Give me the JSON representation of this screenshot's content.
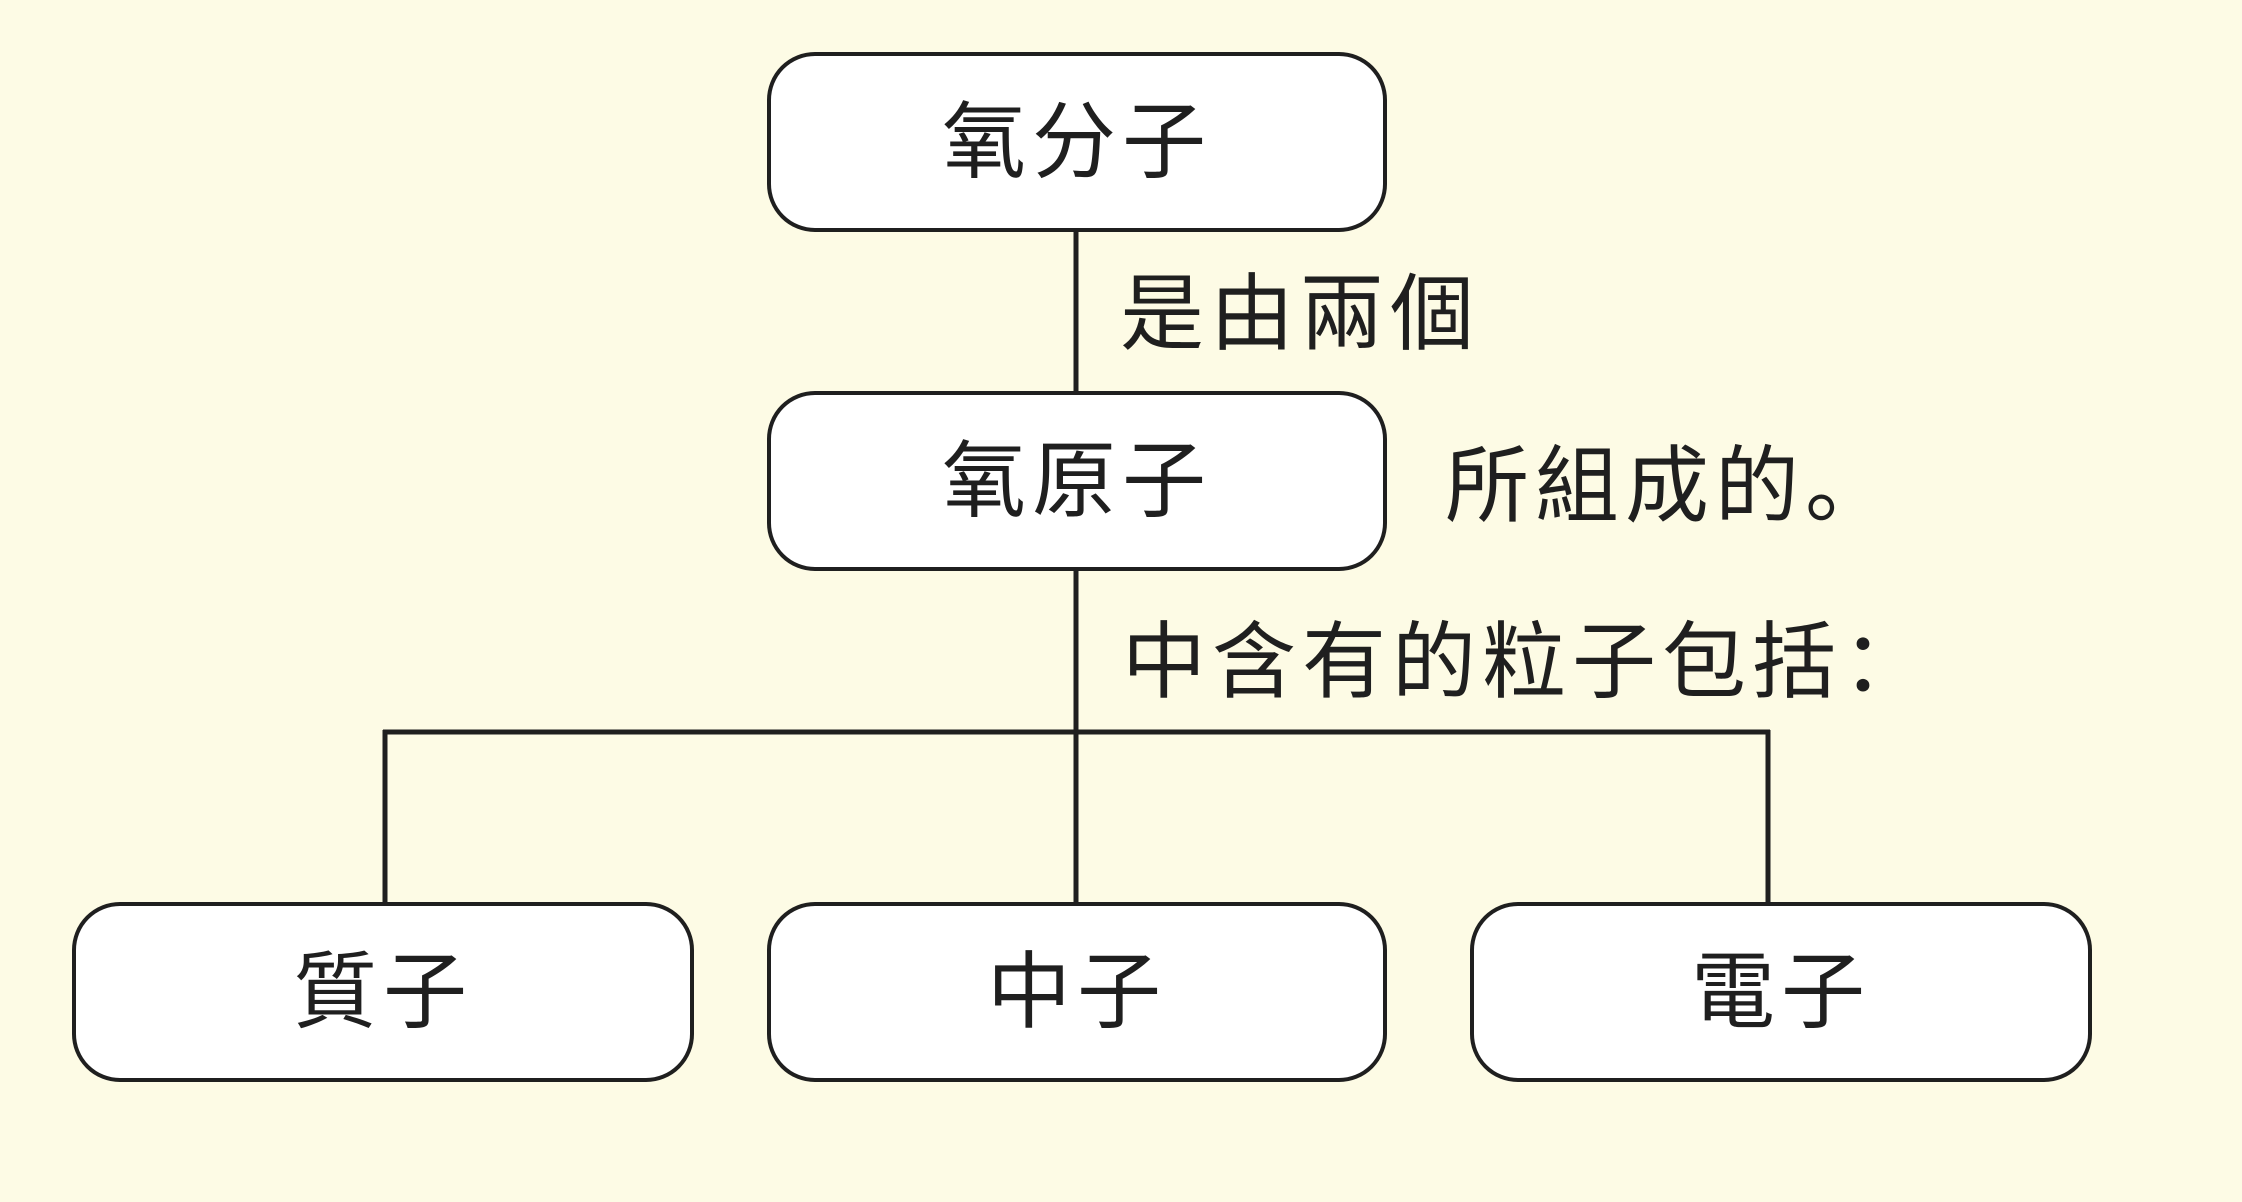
{
  "diagram": {
    "root": {
      "label": "氧分子"
    },
    "middle": {
      "label": "氧原子"
    },
    "children": [
      {
        "label": "質子"
      },
      {
        "label": "中子"
      },
      {
        "label": "電子"
      }
    ],
    "connector_labels": {
      "made_of": "是由兩個",
      "composed": "所組成的。",
      "contains": "中含有的粒子包括："
    },
    "colors": {
      "background": "#fdfbe5",
      "box_fill": "#ffffff",
      "stroke": "#1f1f1f"
    }
  }
}
